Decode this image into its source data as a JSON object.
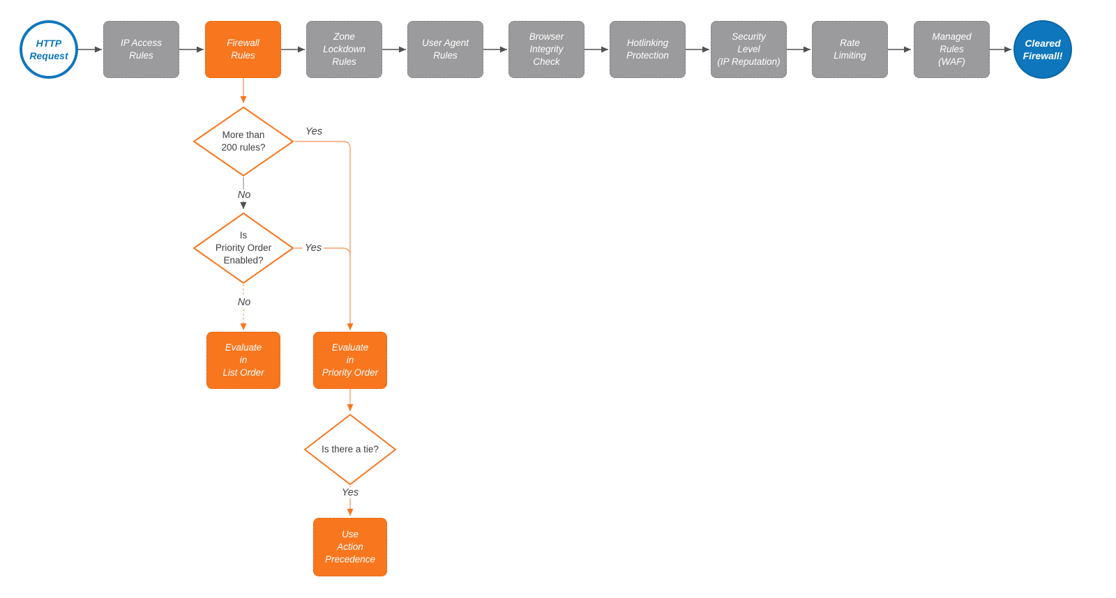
{
  "colors": {
    "orange": "#F7761E",
    "orange_line": "#F9A06B",
    "gray_fill": "#9B9B9D",
    "blue": "#0E76BC",
    "arrow_gray": "#515153",
    "text_dark": "#3E3E40"
  },
  "nodes": {
    "http_request": {
      "label": "HTTP\nRequest"
    },
    "ip_access_rules": {
      "label": "IP Access\nRules"
    },
    "firewall_rules": {
      "label": "Firewall\nRules"
    },
    "zone_lockdown_rules": {
      "label": "Zone\nLockdown\nRules"
    },
    "user_agent_rules": {
      "label": "User Agent\nRules"
    },
    "browser_integrity_check": {
      "label": "Browser\nIntegrity\nCheck"
    },
    "hotlinking_protection": {
      "label": "Hotlinking\nProtection"
    },
    "security_level": {
      "label": "Security\nLevel\n(IP Reputation)"
    },
    "rate_limiting": {
      "label": "Rate\nLimiting"
    },
    "managed_rules_waf": {
      "label": "Managed\nRules\n(WAF)"
    },
    "cleared_firewall": {
      "label": "Cleared\nFirewall!"
    },
    "more_than_200_rules": {
      "label": "More than\n200 rules?"
    },
    "priority_order_enabled": {
      "label": "Is\nPriority Order\nEnabled?"
    },
    "evaluate_list_order": {
      "label": "Evaluate\nin\nList Order"
    },
    "evaluate_priority_order": {
      "label": "Evaluate\nin\nPriority Order"
    },
    "is_there_a_tie": {
      "label": "Is there a tie?"
    },
    "use_action_precedence": {
      "label": "Use\nAction\nPrecedence"
    }
  },
  "edge_labels": {
    "yes1": "Yes",
    "no1": "No",
    "yes2": "Yes",
    "no2": "No",
    "yes3": "Yes"
  }
}
